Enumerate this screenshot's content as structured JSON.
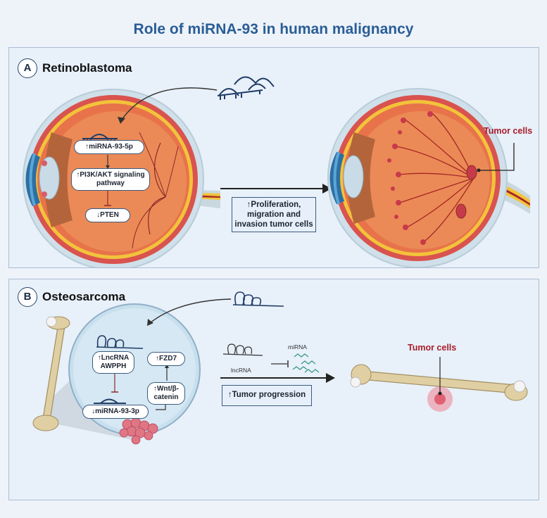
{
  "title": "Role of miRNA-93 in human malignancy",
  "panel_a": {
    "letter": "A",
    "heading": "Retinoblastoma",
    "steps": [
      "↑miRNA-93-5p",
      "↑PI3K/AKT signaling pathway",
      "↓PTEN"
    ],
    "outcome": "↑Proliferation, migration and invasion tumor cells",
    "tumor_label": "Tumor cells"
  },
  "panel_b": {
    "letter": "B",
    "heading": "Osteosarcoma",
    "lnc_pill": "↑LncRNA AWPPH",
    "mir_pill": "↓miRNA-93-3p",
    "wnt_pill": "↑Wnt/β-catenin",
    "fzd_pill": "↑FZD7",
    "lncrna_label": "lncRNA",
    "mirna_label": "miRNA",
    "outcome": "↑Tumor progression",
    "tumor_label": "Tumor cells"
  }
}
